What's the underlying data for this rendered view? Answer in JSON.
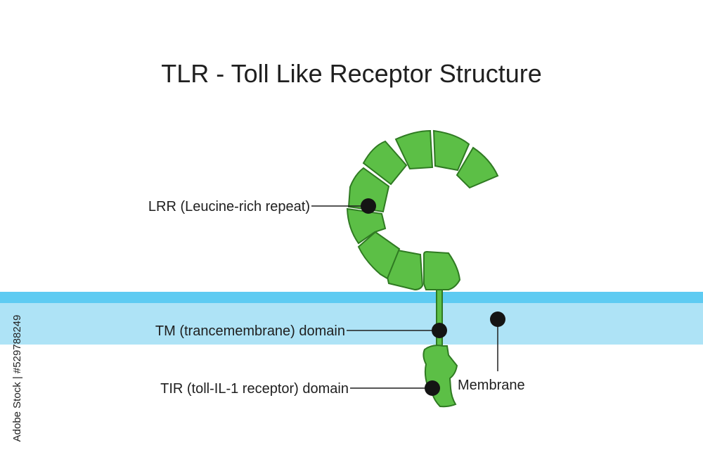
{
  "title": "TLR - Toll Like Receptor Structure",
  "labels": {
    "lrr": "LRR (Leucine-rich repeat)",
    "tm": "TM (trancemembrane) domain",
    "tir": "TIR (toll-IL-1 receptor) domain",
    "membrane": "Membrane"
  },
  "side_text": "Adobe Stock | #529788249",
  "colors": {
    "receptor_fill": "#5cbf46",
    "receptor_stroke": "#2f7a22",
    "membrane_outer": "#5ecbf2",
    "membrane_inner": "#aee3f6",
    "marker": "#141414",
    "leader": "#1f1f1f"
  }
}
